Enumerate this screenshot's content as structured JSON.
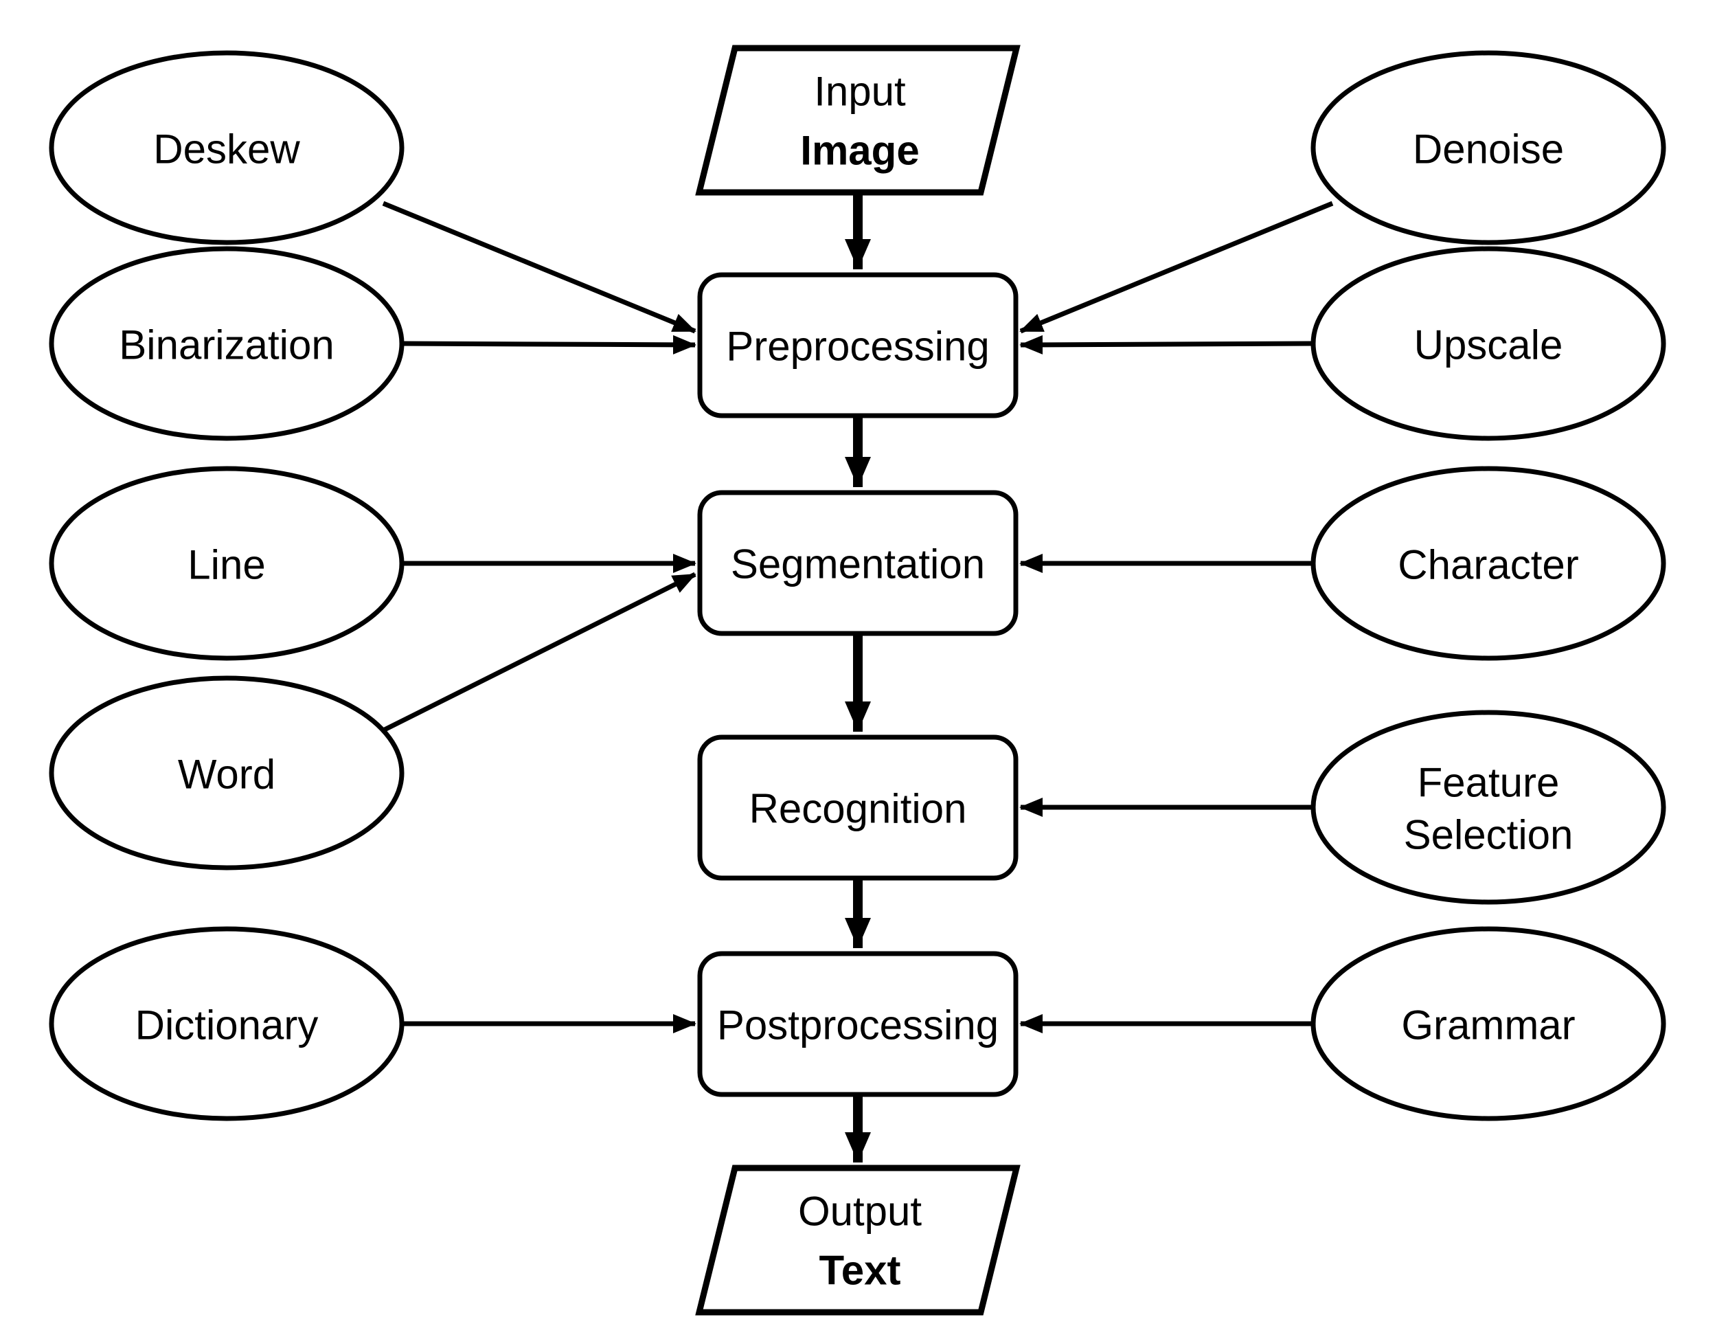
{
  "figure": {
    "description": "OCR pipeline flowchart",
    "background_color": "#ffffff",
    "stroke_color": "#000000",
    "text_color": "#000000"
  },
  "nodes": {
    "input": {
      "shape": "parallelogram",
      "line1": "Input",
      "line2": "Image"
    },
    "preprocessing": {
      "shape": "rounded-rect",
      "label": "Preprocessing"
    },
    "segmentation": {
      "shape": "rounded-rect",
      "label": "Segmentation"
    },
    "recognition": {
      "shape": "rounded-rect",
      "label": "Recognition"
    },
    "postprocessing": {
      "shape": "rounded-rect",
      "label": "Postprocessing"
    },
    "output": {
      "shape": "parallelogram",
      "line1": "Output",
      "line2": "Text"
    },
    "deskew": {
      "shape": "ellipse",
      "label": "Deskew"
    },
    "binarization": {
      "shape": "ellipse",
      "label": "Binarization"
    },
    "line": {
      "shape": "ellipse",
      "label": "Line"
    },
    "word": {
      "shape": "ellipse",
      "label": "Word"
    },
    "dictionary": {
      "shape": "ellipse",
      "label": "Dictionary"
    },
    "denoise": {
      "shape": "ellipse",
      "label": "Denoise"
    },
    "upscale": {
      "shape": "ellipse",
      "label": "Upscale"
    },
    "character": {
      "shape": "ellipse",
      "label": "Character"
    },
    "feature_selection": {
      "shape": "ellipse",
      "line1": "Feature",
      "line2": "Selection"
    },
    "grammar": {
      "shape": "ellipse",
      "label": "Grammar"
    }
  },
  "edges": [
    {
      "from": "input",
      "to": "preprocessing",
      "style": "thick"
    },
    {
      "from": "preprocessing",
      "to": "segmentation",
      "style": "thick"
    },
    {
      "from": "segmentation",
      "to": "recognition",
      "style": "thick"
    },
    {
      "from": "recognition",
      "to": "postprocessing",
      "style": "thick"
    },
    {
      "from": "postprocessing",
      "to": "output",
      "style": "thick"
    },
    {
      "from": "deskew",
      "to": "preprocessing",
      "style": "thin"
    },
    {
      "from": "binarization",
      "to": "preprocessing",
      "style": "thin"
    },
    {
      "from": "denoise",
      "to": "preprocessing",
      "style": "thin"
    },
    {
      "from": "upscale",
      "to": "preprocessing",
      "style": "thin"
    },
    {
      "from": "line",
      "to": "segmentation",
      "style": "thin"
    },
    {
      "from": "word",
      "to": "segmentation",
      "style": "thin"
    },
    {
      "from": "character",
      "to": "segmentation",
      "style": "thin"
    },
    {
      "from": "feature_selection",
      "to": "recognition",
      "style": "thin"
    },
    {
      "from": "dictionary",
      "to": "postprocessing",
      "style": "thin"
    },
    {
      "from": "grammar",
      "to": "postprocessing",
      "style": "thin"
    }
  ]
}
